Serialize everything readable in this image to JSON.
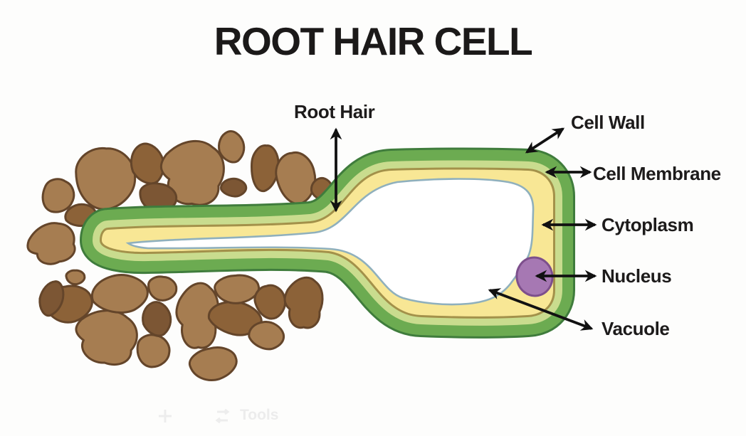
{
  "title": "ROOT HAIR CELL",
  "labels": {
    "root_hair": "Root Hair",
    "cell_wall": "Cell Wall",
    "cell_membrane": "Cell Membrane",
    "cytoplasm": "Cytoplasm",
    "nucleus": "Nucleus",
    "vacuole": "Vacuole"
  },
  "watermark": {
    "tools": "Tools"
  },
  "colors": {
    "background": "#fdfdfc",
    "title_text": "#1b1919",
    "label_text": "#1d1b1b",
    "arrow": "#111111",
    "cell_wall_outline": "#3f7c3c",
    "cell_wall_green": "#6cab51",
    "cell_wall_inner_green": "#c9dc8e",
    "cell_membrane_line": "#a3914a",
    "cytoplasm_yellow": "#f8e795",
    "vacuole_line": "#8fb0bd",
    "vacuole_fill": "#ffffff",
    "nucleus_fill": "#a678b3",
    "nucleus_outline": "#7d4f8c",
    "soil_mid": "#a67d51",
    "soil_dark": "#8c6238",
    "soil_deep": "#7c5634",
    "soil_outline": "#64452a"
  }
}
